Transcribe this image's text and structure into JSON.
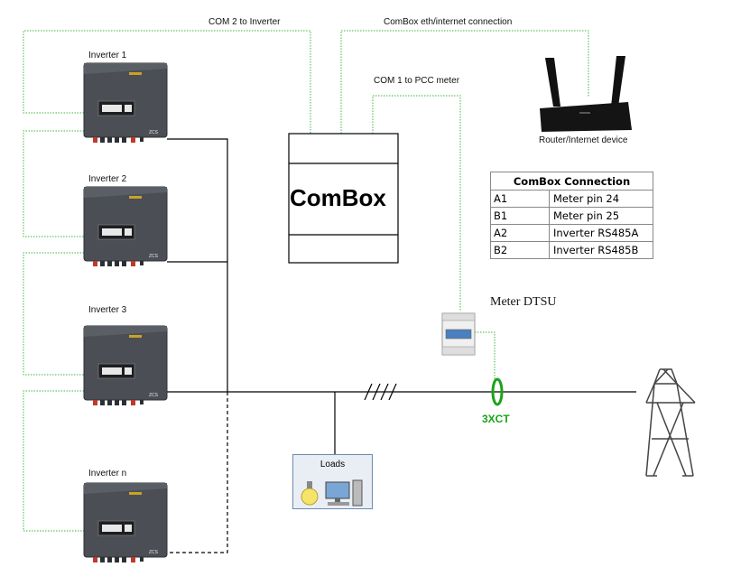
{
  "labels": {
    "com2": "COM 2 to Inverter",
    "combox_eth": "ComBox eth/internet connection",
    "com1": "COM 1 to PCC meter",
    "router": "Router/Internet device",
    "meter": "Meter DTSU",
    "ct": "3XCT",
    "loads": "Loads"
  },
  "combox": {
    "title": "ComBox"
  },
  "inverters": [
    {
      "label": "Inverter 1"
    },
    {
      "label": "Inverter 2"
    },
    {
      "label": "Inverter 3"
    },
    {
      "label": "Inverter n"
    }
  ],
  "connection_table": {
    "title": "ComBox Connection",
    "rows": [
      {
        "pin": "A1",
        "target": "Meter pin 24"
      },
      {
        "pin": "B1",
        "target": "Meter pin 25"
      },
      {
        "pin": "A2",
        "target": "Inverter RS485A"
      },
      {
        "pin": "B2",
        "target": "Inverter RS485B"
      }
    ]
  },
  "colors": {
    "comm_line": "#3cb43c",
    "power_line": "#000000",
    "inverter_body": "#4b4f55",
    "ct_color": "#1aa31a"
  },
  "icons": [
    "inverter-icon",
    "router-icon",
    "meter-icon",
    "ct-icon",
    "transmission-tower-icon",
    "bulb-icon",
    "computer-icon"
  ]
}
